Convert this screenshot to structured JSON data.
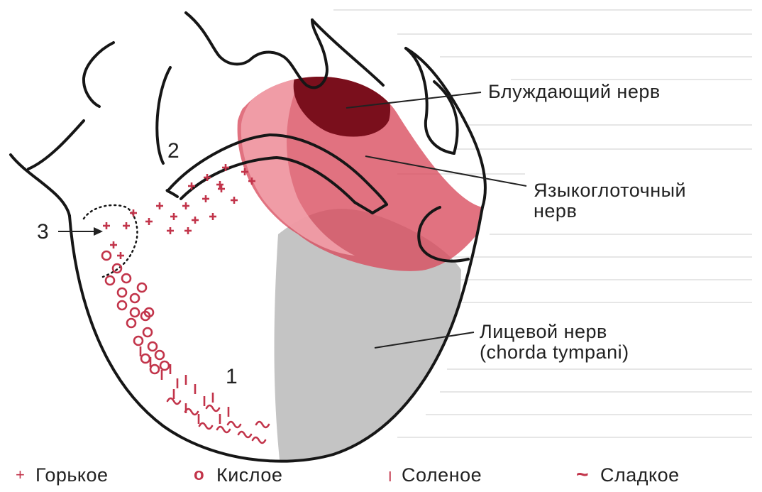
{
  "labels": {
    "vagus": "Блуждающий нерв",
    "glossopharyngeal_line1": "Языкоглоточный",
    "glossopharyngeal_line2": "нерв",
    "facial_line1": "Лицевой нерв",
    "facial_line2": "(chorda tympani)"
  },
  "numbers": {
    "n1": "1",
    "n2": "2",
    "n3": "3"
  },
  "legend": [
    {
      "symbol": "+",
      "label": "Горькое"
    },
    {
      "symbol": "o",
      "label": "Кислое"
    },
    {
      "symbol": "I",
      "label": "Соленое"
    },
    {
      "symbol": "~",
      "label": "Сладкое"
    }
  ],
  "colors": {
    "vagus_zone": "#7a0f1c",
    "glossopharyngeal_zone": "#d94a5c",
    "glossopharyngeal_light": "#f2a3ad",
    "facial_zone": "#c4c4c4",
    "taste_marks": "#c2344a",
    "outline": "#161616"
  }
}
